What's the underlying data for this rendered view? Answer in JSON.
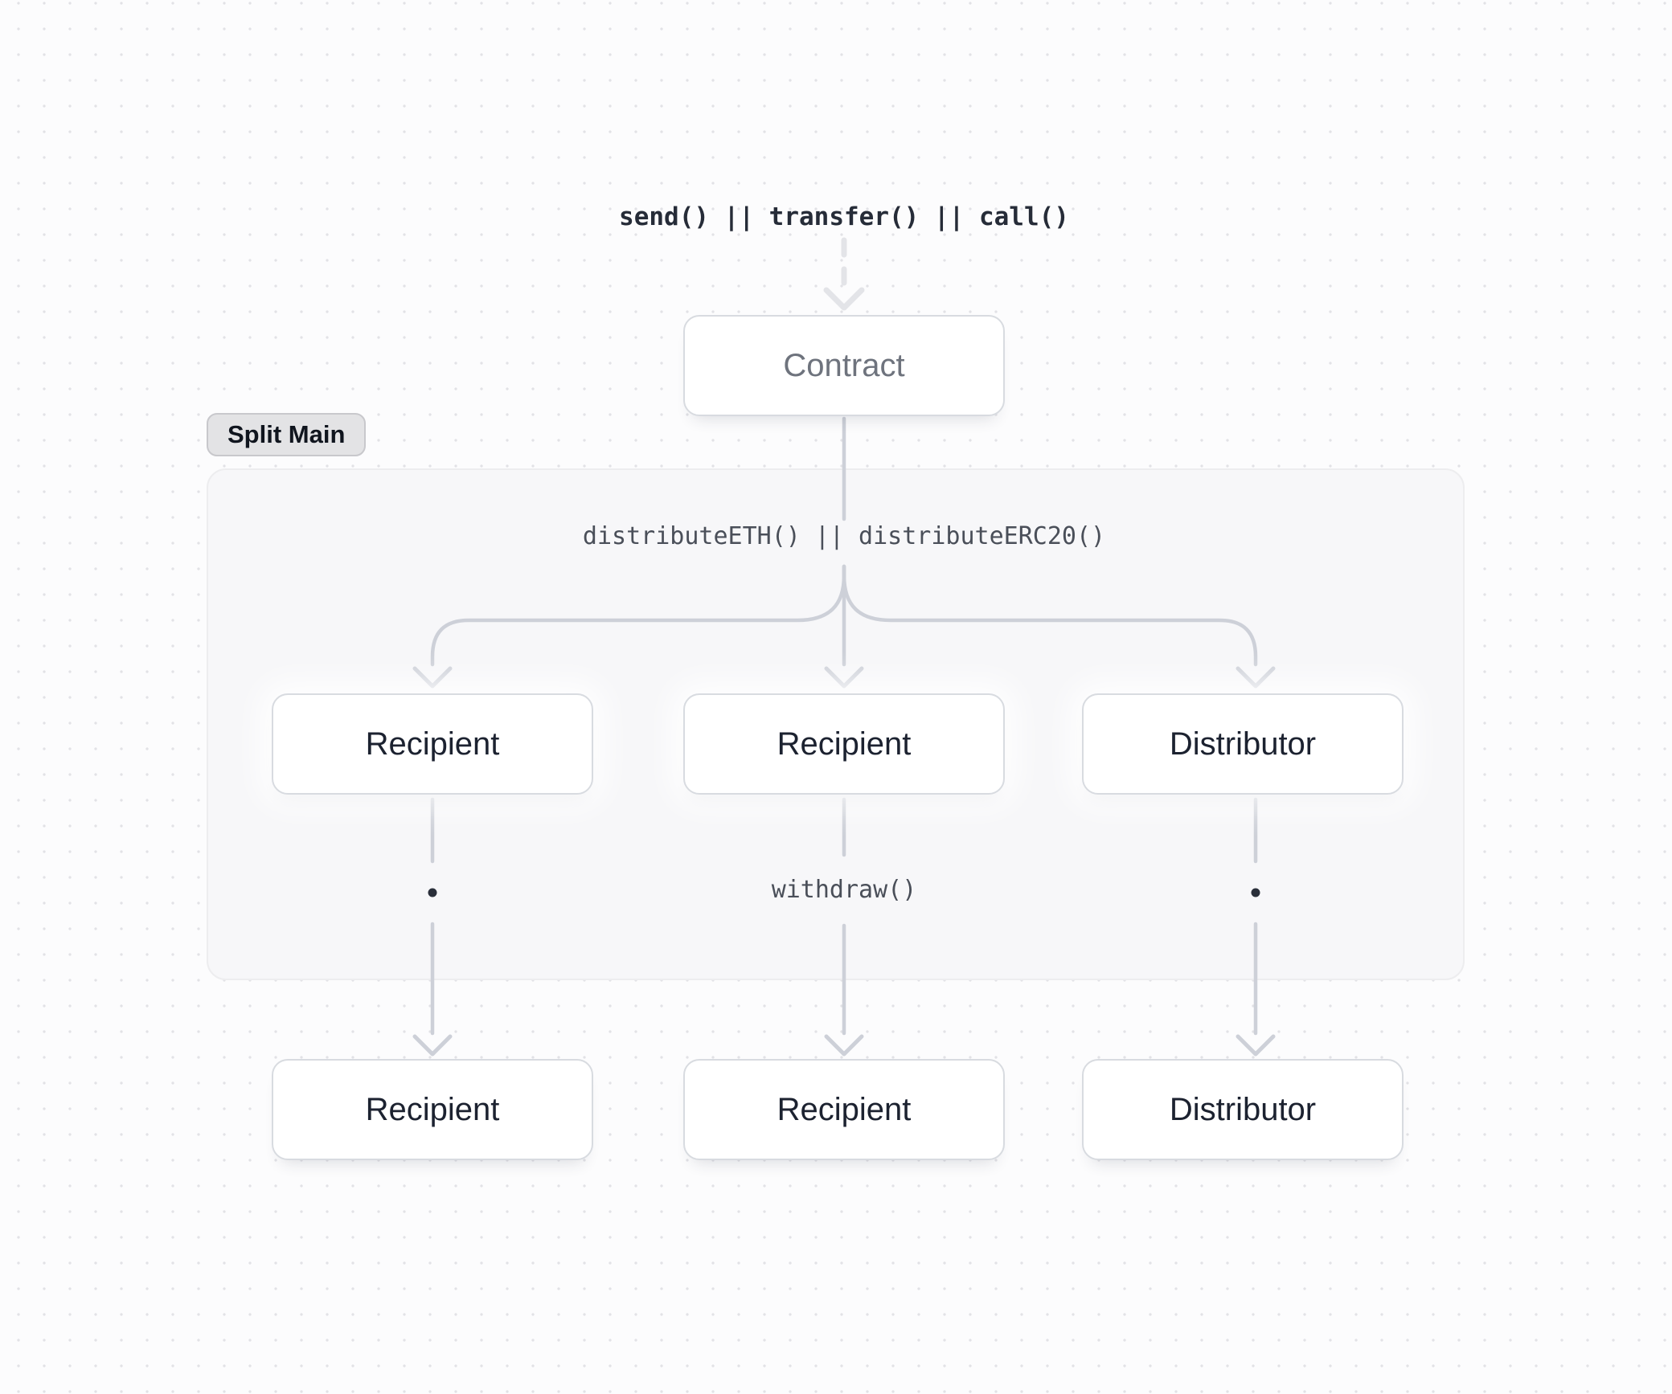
{
  "theme": {
    "page_bg": "#fcfcfd",
    "dot_color": "#e2e2e6",
    "group_bg": "#f7f7f9",
    "group_border": "#ededef",
    "badge_bg": "#e3e3e5",
    "badge_border": "#c8c8cc",
    "badge_text": "#10151e",
    "box_bg": "#ffffff",
    "box_border": "#d8dbe0",
    "box_text": "#1c2230",
    "contract_text": "#6e737d",
    "code_strong": "#262c38",
    "code_text": "#4a4f59",
    "connector": "#cdd0d8",
    "dashed_connector": "#e3e4e8",
    "bullet": "#2a2f3a"
  },
  "diagram": {
    "entry_call_label": "send() || transfer() || call()",
    "contract": {
      "label": "Contract"
    },
    "group": {
      "badge_label": "Split Main",
      "distribute_call_label": "distributeETH() || distributeERC20()",
      "withdraw_call_label": "withdraw()"
    },
    "inner_nodes": [
      {
        "label": "Recipient"
      },
      {
        "label": "Recipient"
      },
      {
        "label": "Distributor"
      }
    ],
    "outer_nodes": [
      {
        "label": "Recipient"
      },
      {
        "label": "Recipient"
      },
      {
        "label": "Distributor"
      }
    ]
  }
}
